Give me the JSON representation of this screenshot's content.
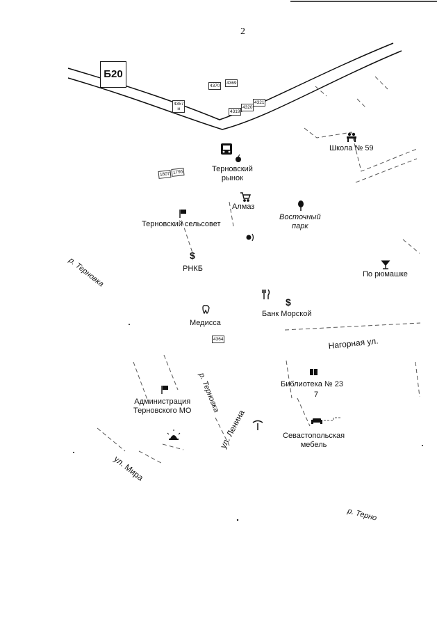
{
  "page_number": "2",
  "road_badge": "Б20",
  "house_numbers": {
    "n4370": "4370",
    "n4369": "4369",
    "n4357": "4357\nи",
    "n4321": "4321",
    "n4320": "4320",
    "n4319": "4319",
    "n1807": "1807",
    "n1795": "1795",
    "n4364": "4364"
  },
  "pois": {
    "school": "Школа № 59",
    "market": "Терновский\nрынок",
    "almaz": "Алмаз",
    "vostochny_park": "Восточный\nпарк",
    "selsovet": "Терновский сельсовет",
    "rnkb": "РНКБ",
    "po_ryumashke": "По рюмашке",
    "medissa": "Медисса",
    "bank_morskoy": "Банк Морской",
    "library": "Библиотека № 23",
    "library_sub": "7",
    "administration": "Администрация\nТерновского МО",
    "furniture": "Севастопольская\nмебель"
  },
  "streets": {
    "r_ternovka_left": "р. Терновка",
    "r_ternovka_mid": "р. Терновка",
    "r_ternovka_bottom": "р. Терно",
    "nagornaya": "Нагорная ул.",
    "ul_lenina": "ул. Ленина",
    "ul_mira": "ул. Мира"
  },
  "icons": {
    "bus_stop": "bus-stop-icon",
    "apple": "apple-icon",
    "shopping_cart": "shopping-cart-icon",
    "flag": "flag-icon",
    "dollar": "dollar-icon",
    "cocktail": "cocktail-icon",
    "tooth": "tooth-icon",
    "restaurant": "fork-knife-icon",
    "book": "book-icon",
    "sofa": "sofa-icon",
    "tree": "tree-icon",
    "school": "school-icon",
    "police": "police-light-icon"
  }
}
